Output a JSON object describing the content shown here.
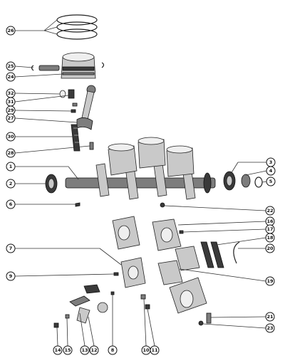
{
  "callouts": [
    {
      "id": "c-26",
      "label": "26"
    },
    {
      "id": "c-25",
      "label": "25"
    },
    {
      "id": "c-24",
      "label": "24"
    },
    {
      "id": "c-32",
      "label": "32"
    },
    {
      "id": "c-31",
      "label": "31"
    },
    {
      "id": "c-29",
      "label": "29"
    },
    {
      "id": "c-27",
      "label": "27"
    },
    {
      "id": "c-30",
      "label": "30"
    },
    {
      "id": "c-28",
      "label": "28"
    },
    {
      "id": "c-1",
      "label": "1"
    },
    {
      "id": "c-2",
      "label": "2"
    },
    {
      "id": "c-6",
      "label": "6"
    },
    {
      "id": "c-7",
      "label": "7"
    },
    {
      "id": "c-9",
      "label": "9"
    },
    {
      "id": "c-14",
      "label": "14"
    },
    {
      "id": "c-15",
      "label": "15"
    },
    {
      "id": "c-13",
      "label": "13"
    },
    {
      "id": "c-12",
      "label": "12"
    },
    {
      "id": "c-8",
      "label": "8"
    },
    {
      "id": "c-10",
      "label": "10"
    },
    {
      "id": "c-11",
      "label": "11"
    },
    {
      "id": "c-3",
      "label": "3"
    },
    {
      "id": "c-4",
      "label": "4"
    },
    {
      "id": "c-5",
      "label": "5"
    },
    {
      "id": "c-22",
      "label": "22"
    },
    {
      "id": "c-16",
      "label": "16"
    },
    {
      "id": "c-17",
      "label": "17"
    },
    {
      "id": "c-18",
      "label": "18"
    },
    {
      "id": "c-20",
      "label": "20"
    },
    {
      "id": "c-19",
      "label": "19"
    },
    {
      "id": "c-21",
      "label": "21"
    },
    {
      "id": "c-23",
      "label": "23"
    }
  ],
  "colors": {
    "ink": "#111111",
    "metal_dark": "#3a3a3a",
    "metal_mid": "#7d7d7d",
    "metal_light": "#c9c9c9",
    "paper": "#ffffff"
  }
}
